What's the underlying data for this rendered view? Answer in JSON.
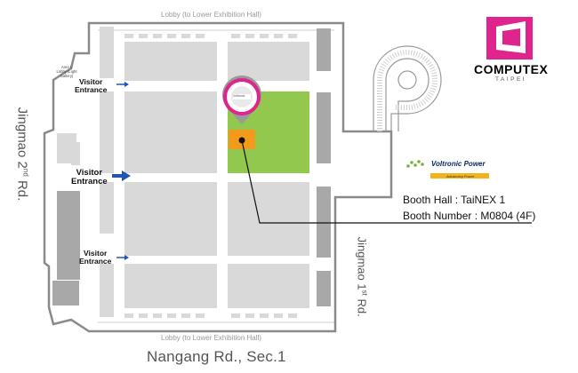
{
  "labels": {
    "lobby_top": "Lobby (to Lower Exhibition Hall)",
    "lobby_bottom": "Lobby (to Lower Exhibition Hall)",
    "area_lobby": "Area L Lobby (Light Gallery)",
    "road_bottom": "Nangang Rd., Sec.1",
    "road_left_main": "Jingmao 2",
    "road_left_sup": "nd",
    "road_left_tail": " Rd.",
    "road_right_main": "Jingmao 1",
    "road_right_sup": "st",
    "road_right_tail": " Rd."
  },
  "entrances": [
    {
      "line1": "Visitor",
      "line2": "Entrance"
    },
    {
      "line1": "Visitor",
      "line2": "Entrance"
    },
    {
      "line1": "Visitor",
      "line2": "Entrance"
    }
  ],
  "booth": {
    "hall_line": "Booth Hall : TaiNEX 1",
    "number_line": "Booth Number : M0804 (4F)"
  },
  "brand": {
    "name": "COMPUTEX",
    "sub": "TAIPEI"
  },
  "exhibitor": {
    "name": "Voltronic Power",
    "tagline": "Advancing Power"
  },
  "pin": {
    "label": "Voltronic"
  },
  "colors": {
    "hall_outline": "#8a8a8a",
    "block_gray": "#d9d9d9",
    "dark_gray": "#a8a8a8",
    "highlight_green": "#92c84e",
    "booth_orange": "#f39a1c",
    "pin_magenta": "#e0248e",
    "arrow_blue": "#1f56b5",
    "computex_magenta": "#e0248e"
  },
  "icons": {
    "map_pin": "location-pin-icon",
    "entrance_arrow": "arrow-right-icon",
    "computex_logo": "computex-logo-icon",
    "voltronic_logo": "voltronic-power-logo-icon",
    "ramp": "spiral-ramp-icon"
  }
}
